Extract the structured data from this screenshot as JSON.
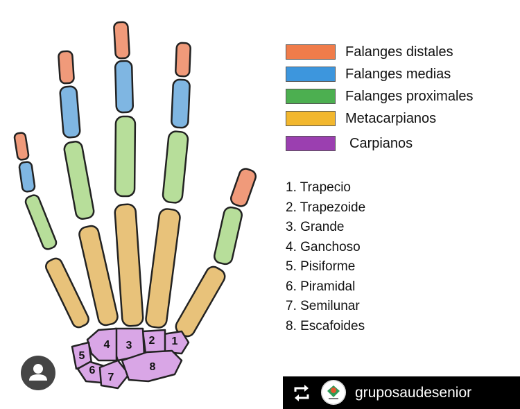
{
  "legend": [
    {
      "label": "Falanges distales",
      "color": "#f07c4a"
    },
    {
      "label": "Falanges medias",
      "color": "#3d96dd"
    },
    {
      "label": "Falanges proximales",
      "color": "#4caf50"
    },
    {
      "label": "Metacarpianos",
      "color": "#f2b72e"
    },
    {
      "label": "Carpianos",
      "color": "#9b3fb0"
    }
  ],
  "bones": [
    "1. Trapecio",
    "2. Trapezoide",
    "3. Grande",
    "4. Ganchoso",
    "5. Pisiforme",
    "6. Piramidal",
    "7. Semilunar",
    "8. Escafoides"
  ],
  "carpal_numbers": [
    "1",
    "2",
    "3",
    "4",
    "5",
    "6",
    "7",
    "8"
  ],
  "bone_colors": {
    "distal": "#f09a7a",
    "medial": "#7fb6e2",
    "proximal": "#b7de9a",
    "metacarpal": "#e8c27a",
    "carpal": "#d9a6e6"
  },
  "repost": {
    "handle": "gruposaudesenior",
    "icon": "repost-icon"
  },
  "avatar": {
    "icon": "user-avatar-icon"
  }
}
